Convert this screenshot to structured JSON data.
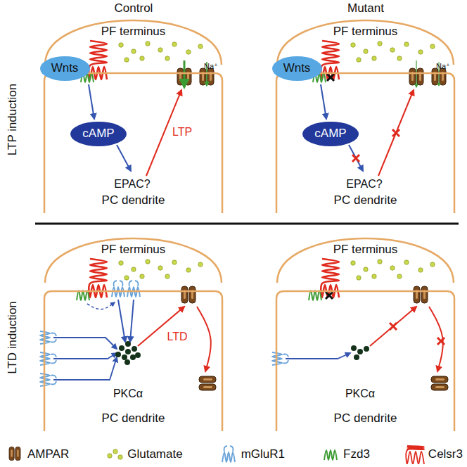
{
  "diagram": {
    "nodes": [
      {
        "text": [
          "PF terminus"
        ]
      },
      {
        "text": [
          "PF terminus"
        ]
      },
      {
        "text": [
          "Wnts"
        ]
      },
      {
        "text": [
          "Wnts"
        ]
      },
      {
        "text": [
          "PC dendrite"
        ]
      },
      {
        "text": [
          "cAMP"
        ],
        "in": 4
      },
      {
        "text": [
          "PC dendrite"
        ]
      },
      {
        "text": [
          "cAMP"
        ],
        "in": 6
      },
      {
        "text": [
          "PF terminus"
        ]
      },
      {
        "text": [
          "PF terminus"
        ]
      },
      {
        "text": [
          "PC dendrite"
        ]
      },
      {
        "text": [
          "PC dendrite"
        ]
      }
    ],
    "labels": [
      "Control",
      "Mutant",
      "LTP induction",
      "EPAC?",
      "LTP",
      "Na⁺",
      "EPAC?",
      "Na⁺",
      "LTD induction",
      "LTD",
      "PKCα",
      "PKCα"
    ],
    "legend": [
      {
        "text": "AMPAR"
      },
      {
        "text": "Glutamate"
      },
      {
        "text": "mGluR1"
      },
      {
        "text": "Fzd3"
      },
      {
        "text": "Celsr3"
      }
    ]
  }
}
